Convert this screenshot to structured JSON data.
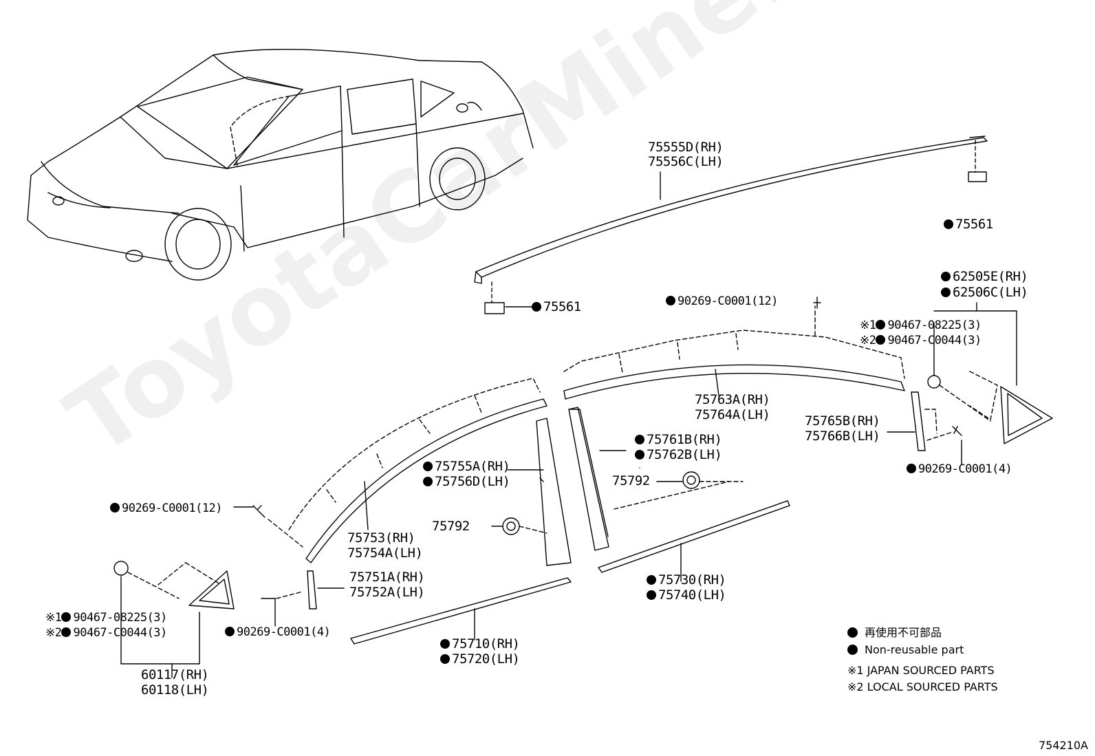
{
  "watermark": "ToyotaCarMine.ru",
  "diagram_code": "754210A",
  "labels": {
    "roof_rh": "75555D(RH)",
    "roof_lh": "75556C(LH)",
    "clip_75561_right": "75561",
    "clip_75561_left": "75561",
    "p62505e": "62505E(RH)",
    "p62506c": "62506C(LH)",
    "clip_upper_mid": "90269-C0001(12)",
    "p90467_08225_r": "90467-08225(3)",
    "p90467_c0044_r": "90467-C0044(3)",
    "mark1_r": "※1",
    "mark2_r": "※2",
    "p75763a": "75763A(RH)",
    "p75764a": "75764A(LH)",
    "p75765b": "75765B(RH)",
    "p75766b": "75766B(LH)",
    "clip_right4": "90269-C0001(4)",
    "p75761b": "75761B(RH)",
    "p75762b": "75762B(LH)",
    "p75755a": "75755A(RH)",
    "p75756d": "75756D(LH)",
    "p75792_a": "75792",
    "p75792_b": "75792",
    "clip_left12": "90269-C0001(12)",
    "p75753": "75753(RH)",
    "p75754a": "75754A(LH)",
    "p75751a": "75751A(RH)",
    "p75752a": "75752A(LH)",
    "p75730": "75730(RH)",
    "p75740": "75740(LH)",
    "mark1_l": "※1",
    "mark2_l": "※2",
    "p90467_08225_l": "90467-08225(3)",
    "p90467_c0044_l": "90467-C0044(3)",
    "clip_left4": "90269-C0001(4)",
    "p60117": "60117(RH)",
    "p60118": "60118(LH)",
    "p75710": "75710(RH)",
    "p75720": "75720(LH)"
  },
  "legend": {
    "jp": "再使用不可部品",
    "en": "Non-reusable part",
    "note1": "※1 JAPAN SOURCED PARTS",
    "note2": "※2 LOCAL SOURCED PARTS"
  }
}
